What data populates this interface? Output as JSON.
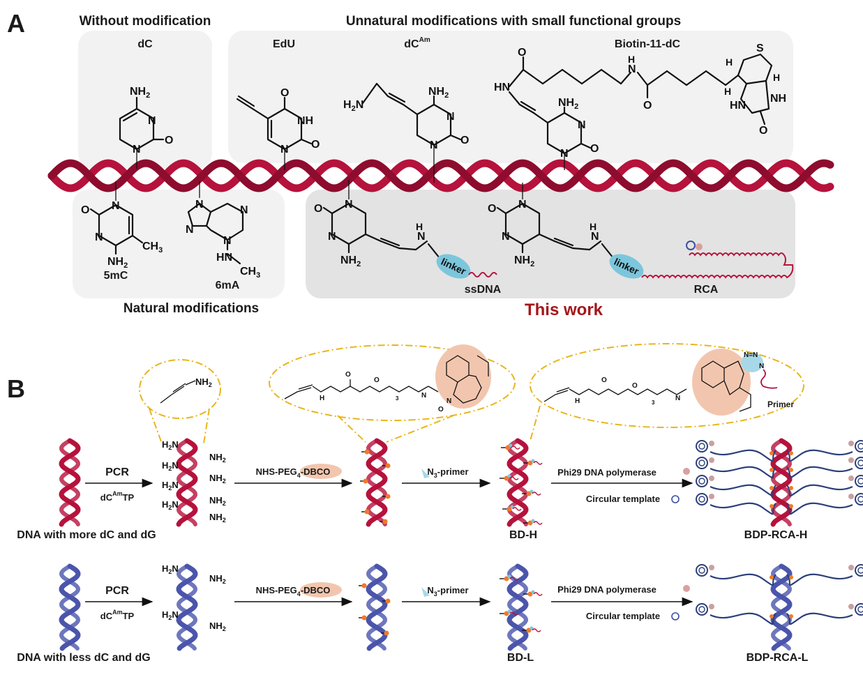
{
  "panel_a": {
    "letter": "A",
    "header_without": "Without modification",
    "header_unnatural": "Unnatural modifications with small functional groups",
    "dc": "dC",
    "edu": "EdU",
    "dcam_base": "dC",
    "dcam_sup": "Am",
    "biotin": "Biotin-11-dC",
    "mc5": "5mC",
    "ma6": "6mA",
    "natural": "Natural  modifications",
    "ssdna": "ssDNA",
    "rca": "RCA",
    "this_work": "This work",
    "linker": "linker"
  },
  "panel_b": {
    "letter": "B",
    "pcr": "PCR",
    "dctp_base": "dC",
    "dctp_sup": "Am",
    "dctp_tail": "TP",
    "nhs_pre": "NHS-PEG",
    "nhs_sub": "4",
    "nhs_post": "-DBCO",
    "n3_pre": "N",
    "n3_sub": "3",
    "n3_post": "-primer",
    "phi29": "Phi29 DNA polymerase",
    "circular": "Circular template",
    "primer": "Primer",
    "dna_more": "DNA with more dC and dG",
    "dna_less": "DNA with less dC and dG",
    "bd_h": "BD-H",
    "bd_l": "BD-L",
    "bdp_h": "BDP-RCA-H",
    "bdp_l": "BDP-RCA-L"
  },
  "colors": {
    "red_helix": "#b5123c",
    "blue_helix": "#4a55ab",
    "this_work": "#a4161a",
    "linker": "#7cc6dc",
    "dbco": "#f2c6ae",
    "dash": "#e8b51c",
    "box_light": "#f2f2f2",
    "box_dark": "#e3e3e3"
  }
}
